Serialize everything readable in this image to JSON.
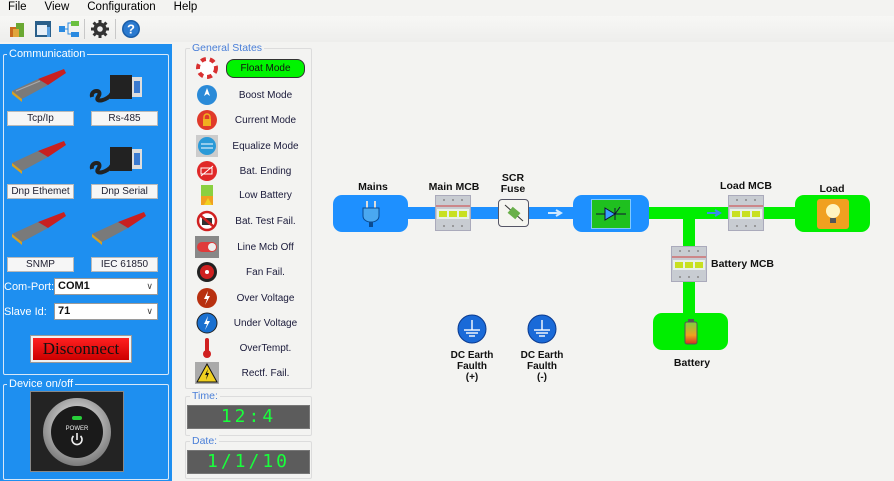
{
  "menu": [
    "File",
    "View",
    "Configuration",
    "Help"
  ],
  "toolbar": {
    "icons": [
      "database-icon",
      "window-icon",
      "network-icon",
      "gear-icon",
      "help-icon"
    ]
  },
  "communication": {
    "title": "Communication",
    "protocols": [
      "Tcp/Ip",
      "Rs-485",
      "Dnp Ethemet",
      "Dnp Serial",
      "SNMP",
      "IEC 61850"
    ],
    "com_port_label": "Com-Port:",
    "com_port_value": "COM1",
    "slave_id_label": "Slave Id:",
    "slave_id_value": "71",
    "disconnect_label": "Disconnect"
  },
  "device": {
    "title": "Device on/off",
    "power_label": "POWER"
  },
  "general_states": {
    "title": "General States",
    "items": [
      {
        "label": "Float Mode",
        "icon": "lifebuoy-icon",
        "active": true
      },
      {
        "label": "Boost Mode",
        "icon": "rocket-icon",
        "active": false
      },
      {
        "label": "Current Mode",
        "icon": "lock-icon",
        "active": false
      },
      {
        "label": "Equalize Mode",
        "icon": "equalizer-icon",
        "active": false
      },
      {
        "label": "Bat. Ending",
        "icon": "battery-empty-icon",
        "active": false
      },
      {
        "label": "Low Battery",
        "icon": "low-battery-icon",
        "active": false
      },
      {
        "label": "Bat. Test Fail.",
        "icon": "battery-test-fail-icon",
        "active": false
      },
      {
        "label": "Line Mcb Off",
        "icon": "toggle-off-icon",
        "active": false
      },
      {
        "label": "Fan Fail.",
        "icon": "fan-icon",
        "active": false
      },
      {
        "label": "Over Voltage",
        "icon": "over-voltage-icon",
        "active": false
      },
      {
        "label": "Under Voltage",
        "icon": "under-voltage-icon",
        "active": false
      },
      {
        "label": "OverTempt.",
        "icon": "thermometer-icon",
        "active": false
      },
      {
        "label": "Rectf. Fail.",
        "icon": "warning-icon",
        "active": false
      }
    ]
  },
  "time": {
    "label": "Time:",
    "value": "12:4"
  },
  "date": {
    "label": "Date:",
    "value": "1/1/10"
  },
  "diagram": {
    "mains": "Mains",
    "main_mcb": "Main MCB",
    "scr_fuse_1": "SCR",
    "scr_fuse_2": "Fuse",
    "load_mcb": "Load MCB",
    "load": "Load",
    "battery_mcb": "Battery MCB",
    "battery": "Battery",
    "dc_earth_pos": [
      "DC Earth",
      "Faulth",
      "(+)"
    ],
    "dc_earth_neg": [
      "DC Earth",
      "Faulth",
      "(-)"
    ],
    "colors": {
      "blue": "#1e90ff",
      "green": "#00ee00"
    }
  }
}
